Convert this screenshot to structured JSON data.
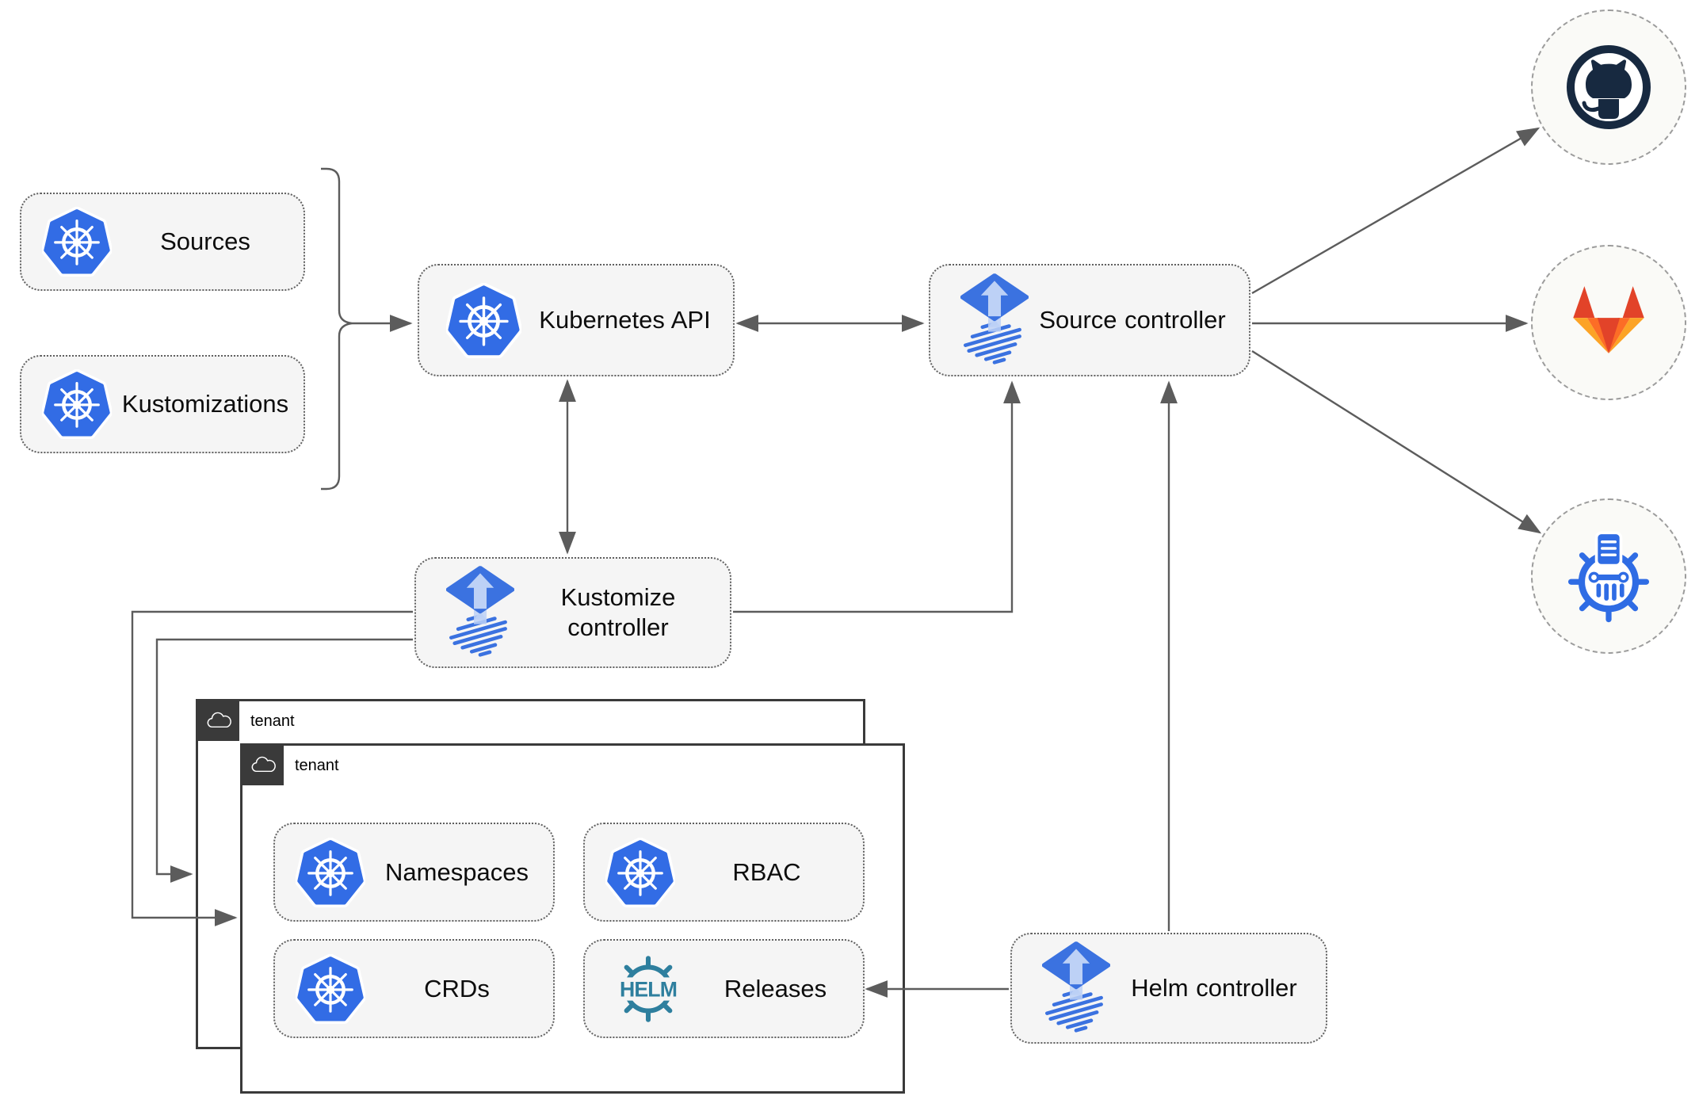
{
  "nodes": {
    "sources": {
      "label": "Sources"
    },
    "kustomizations": {
      "label": "Kustomizations"
    },
    "kubernetes_api": {
      "label": "Kubernetes API"
    },
    "source_controller": {
      "label": "Source controller"
    },
    "kustomize_controller": {
      "label": "Kustomize controller"
    },
    "helm_controller": {
      "label": "Helm controller"
    },
    "namespaces": {
      "label": "Namespaces"
    },
    "rbac": {
      "label": "RBAC"
    },
    "crds": {
      "label": "CRDs"
    },
    "releases": {
      "label": "Releases",
      "icon_text": "HELM"
    }
  },
  "groups": {
    "tenant_outer": {
      "label": "tenant"
    },
    "tenant_inner": {
      "label": "tenant"
    }
  },
  "endpoints": {
    "github": {
      "icon": "github-icon"
    },
    "gitlab": {
      "icon": "gitlab-icon"
    },
    "helm_repository": {
      "icon": "chart-repository-icon"
    }
  },
  "colors": {
    "kubernetes_blue": "#326ce5",
    "flux_blue": "#3b72e0",
    "flux_light_arrow": "#bdd1f6",
    "helm_teal": "#2e7f9e",
    "github_dark": "#172940",
    "gitlab_red": "#e24329",
    "gitlab_orange": "#fc6d26",
    "gitlab_yellow": "#fca326",
    "repository_blue": "#2f6ce4",
    "connector_gray": "#5c5c5c",
    "node_fill": "#f5f5f5",
    "tenant_dark": "#3a3a3a"
  }
}
